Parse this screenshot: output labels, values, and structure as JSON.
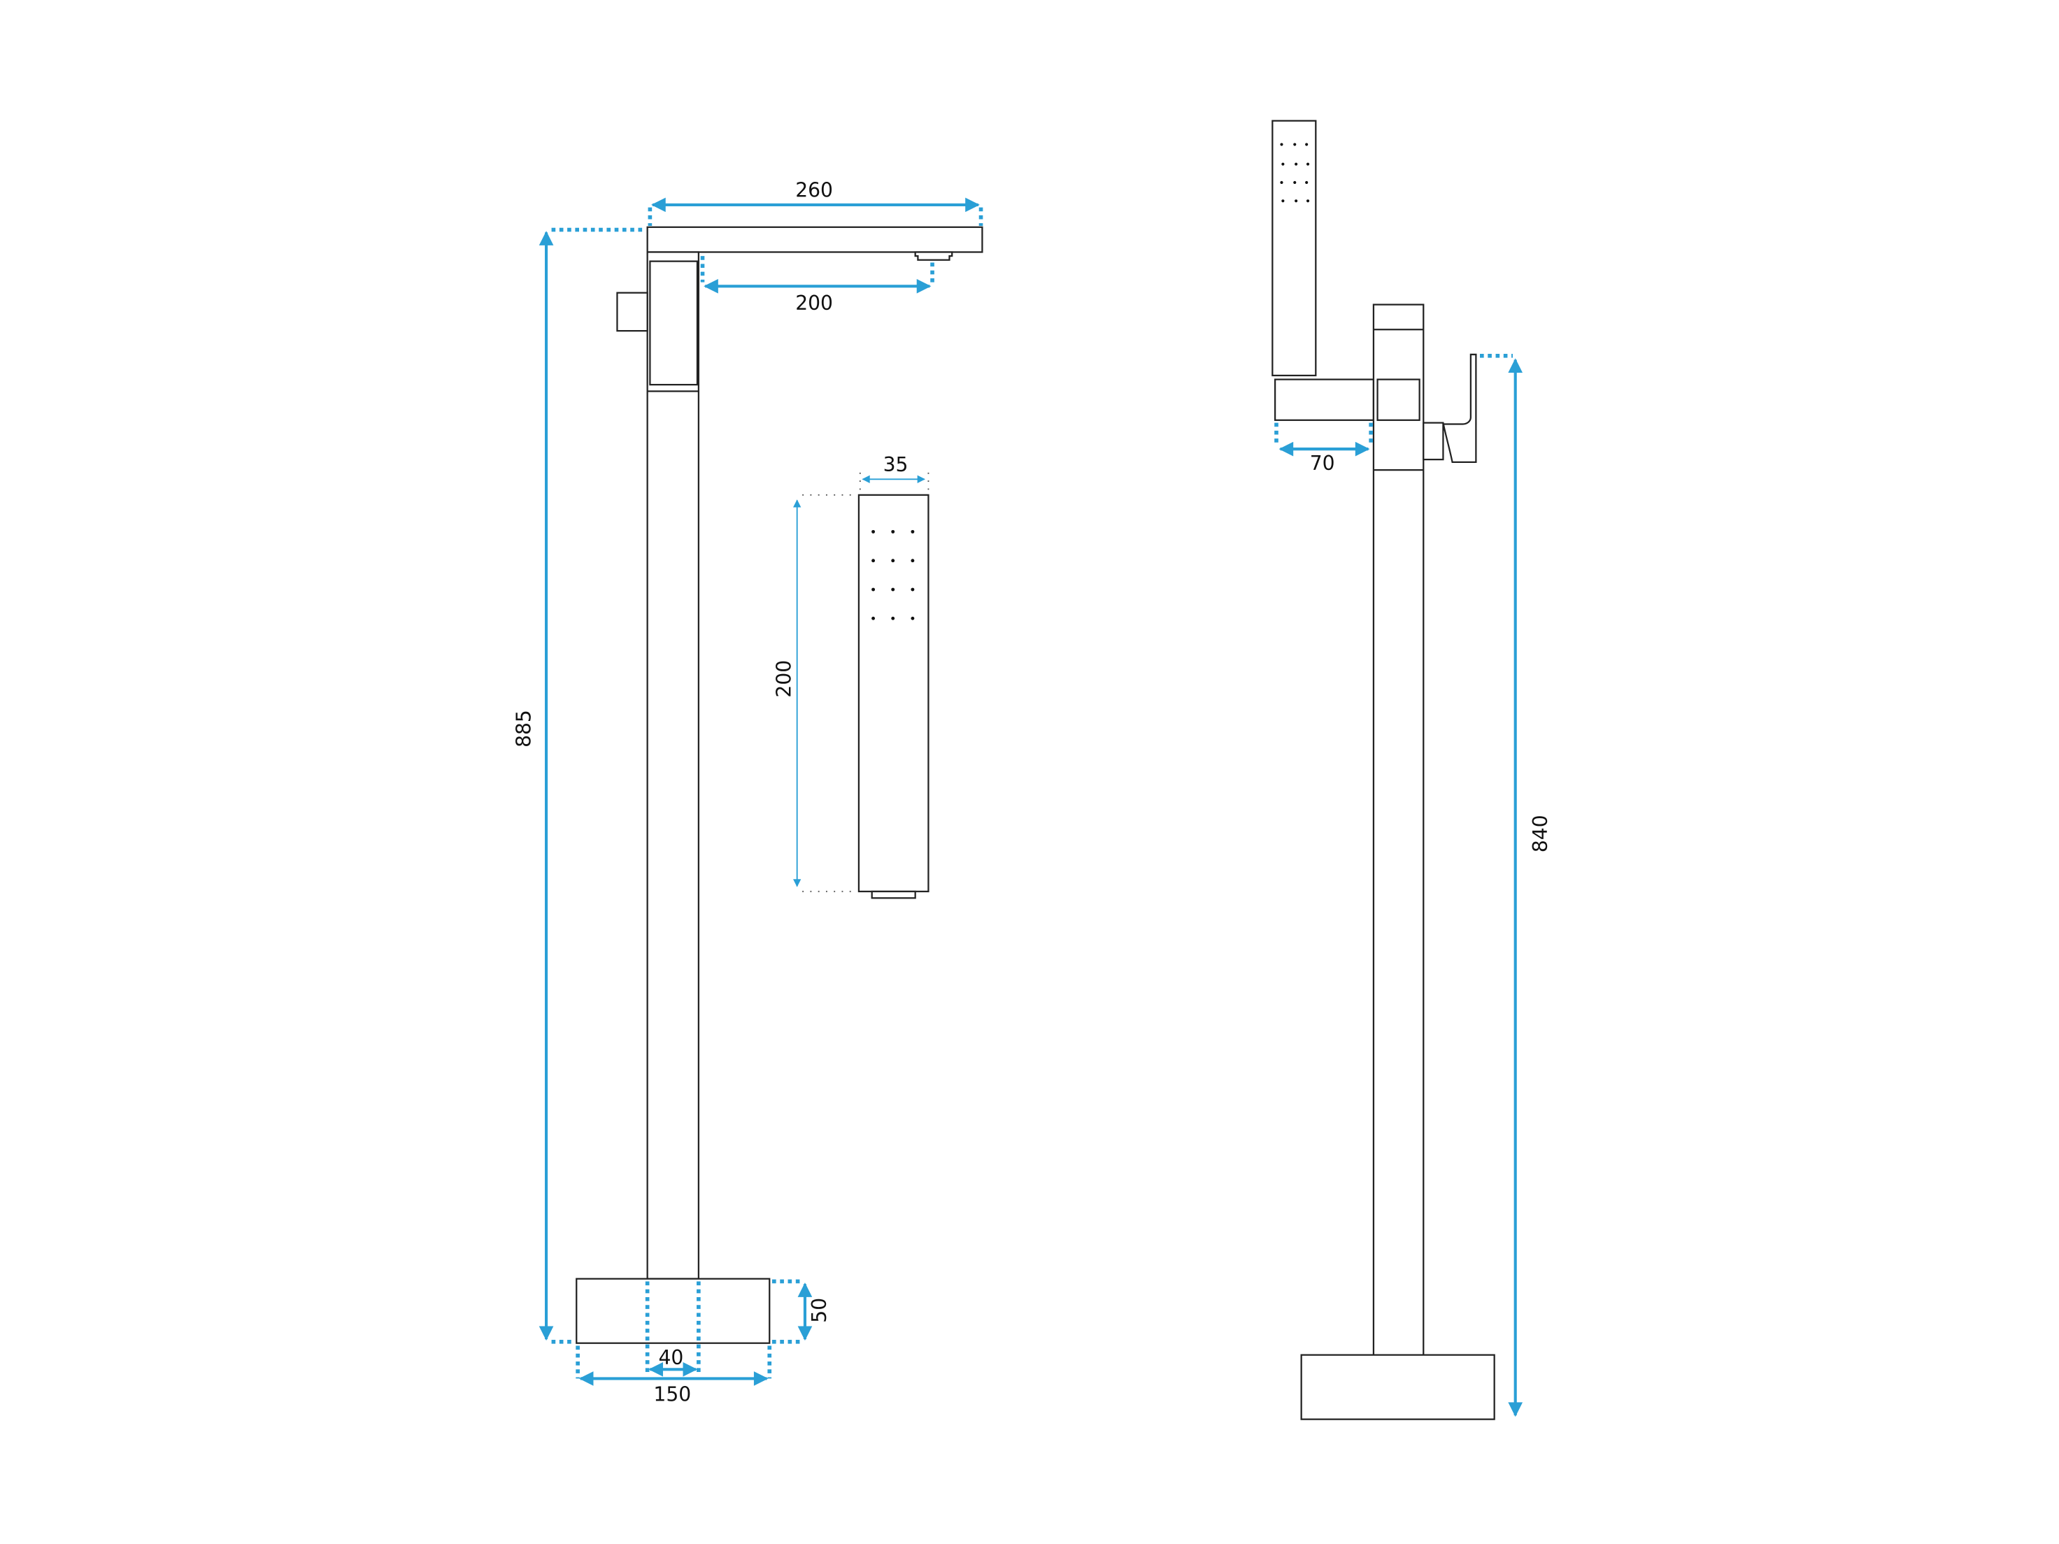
{
  "drawing": {
    "title": "Freestanding bath mixer dimension drawing",
    "dimensions": {
      "spout_length": "260",
      "spout_reach": "200",
      "total_height": "885",
      "hand_shower_width": "35",
      "hand_shower_length": "200",
      "base_height": "50",
      "column_width": "40",
      "base_width": "150",
      "holder_depth": "70",
      "handle_height": "840"
    },
    "accent_color": "#2a9fd6"
  }
}
